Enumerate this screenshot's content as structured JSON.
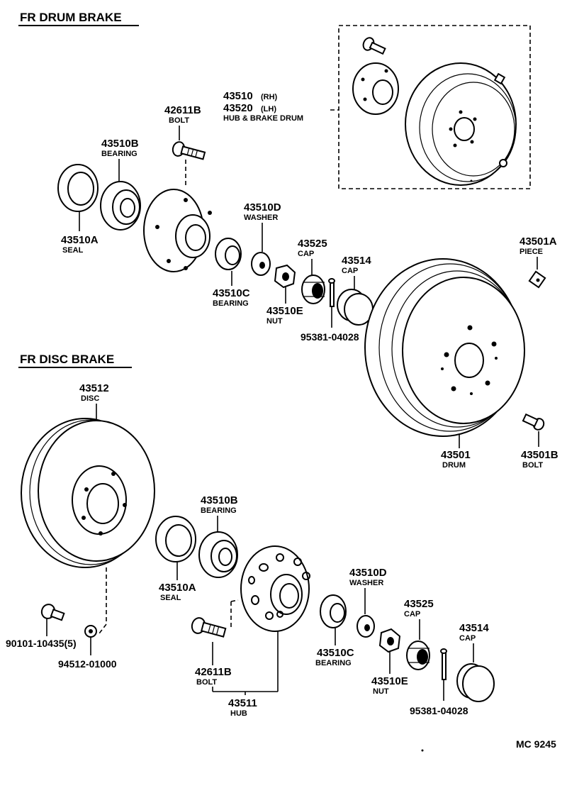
{
  "sections": {
    "drum_title": "FR  DRUM  BRAKE",
    "disc_title": "FR  DISC  BRAKE"
  },
  "drum_parts": {
    "hub_drum": {
      "line1": "43510",
      "rh": "(RH)",
      "line2": "43520",
      "lh": "(LH)",
      "name": "HUB & BRAKE DRUM"
    },
    "bolt": {
      "number": "42611B",
      "name": "BOLT"
    },
    "bearing_outer": {
      "number": "43510B",
      "name": "BEARING"
    },
    "seal": {
      "number": "43510A",
      "name": "SEAL"
    },
    "washer": {
      "number": "43510D",
      "name": "WASHER"
    },
    "bearing_inner": {
      "number": "43510C",
      "name": "BEARING"
    },
    "nut": {
      "number": "43510E",
      "name": "NUT"
    },
    "cap_lock": {
      "number": "43525",
      "name": "CAP"
    },
    "cap_grease": {
      "number": "43514",
      "name": "CAP"
    },
    "pin": {
      "number": "95381-04028"
    },
    "piece": {
      "number": "43501A",
      "name": "PIECE"
    },
    "drum": {
      "number": "43501",
      "name": "DRUM"
    },
    "drum_bolt": {
      "number": "43501B",
      "name": "BOLT"
    }
  },
  "disc_parts": {
    "disc": {
      "number": "43512",
      "name": "DISC"
    },
    "bearing_outer": {
      "number": "43510B",
      "name": "BEARING"
    },
    "seal": {
      "number": "43510A",
      "name": "SEAL"
    },
    "washer": {
      "number": "43510D",
      "name": "WASHER"
    },
    "bearing_inner": {
      "number": "43510C",
      "name": "BEARING"
    },
    "cap_lock": {
      "number": "43525",
      "name": "CAP"
    },
    "cap_grease": {
      "number": "43514",
      "name": "CAP"
    },
    "nut": {
      "number": "43510E",
      "name": "NUT"
    },
    "bolt": {
      "number": "42611B",
      "name": "BOLT"
    },
    "hub": {
      "number": "43511",
      "name": "HUB"
    },
    "pin": {
      "number": "95381-04028"
    },
    "disc_bolt": {
      "number": "90101-10435(5)"
    },
    "washer_small": {
      "number": "94512-01000"
    }
  },
  "footer": {
    "code": "MC  9245"
  }
}
